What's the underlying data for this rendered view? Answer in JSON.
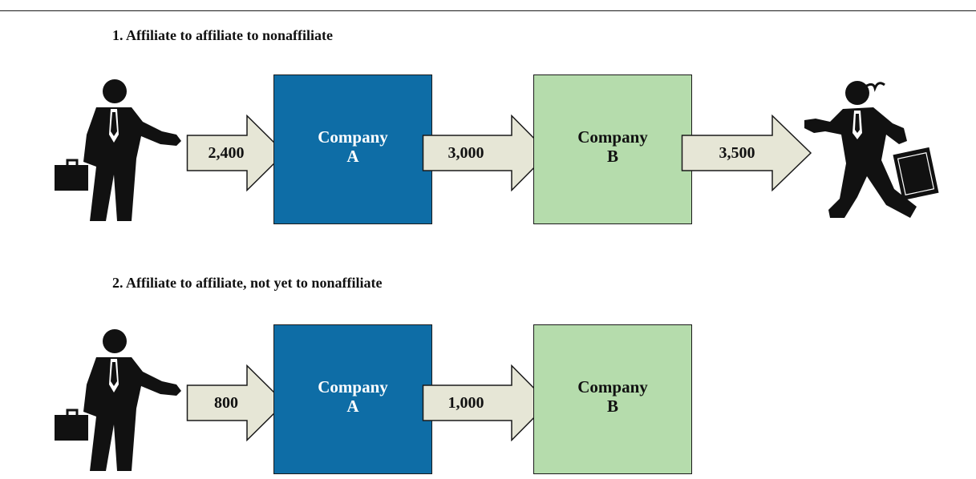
{
  "colors": {
    "company_a": "#0e6da6",
    "company_b": "#b5dcac",
    "arrow_fill": "#e6e6d6",
    "outline": "#1a1a1a"
  },
  "scenario1": {
    "title": "1. Affiliate to affiliate to nonaffiliate",
    "company_a": {
      "line1": "Company",
      "line2": "A"
    },
    "company_b": {
      "line1": "Company",
      "line2": "B"
    },
    "arrows": [
      "2,400",
      "3,000",
      "3,500"
    ],
    "icons": [
      "businessman-standing-icon",
      "businessman-walking-icon"
    ]
  },
  "scenario2": {
    "title": "2. Affiliate to affiliate, not yet to nonaffiliate",
    "company_a": {
      "line1": "Company",
      "line2": "A"
    },
    "company_b": {
      "line1": "Company",
      "line2": "B"
    },
    "arrows": [
      "800",
      "1,000"
    ],
    "icons": [
      "businessman-standing-icon"
    ]
  }
}
